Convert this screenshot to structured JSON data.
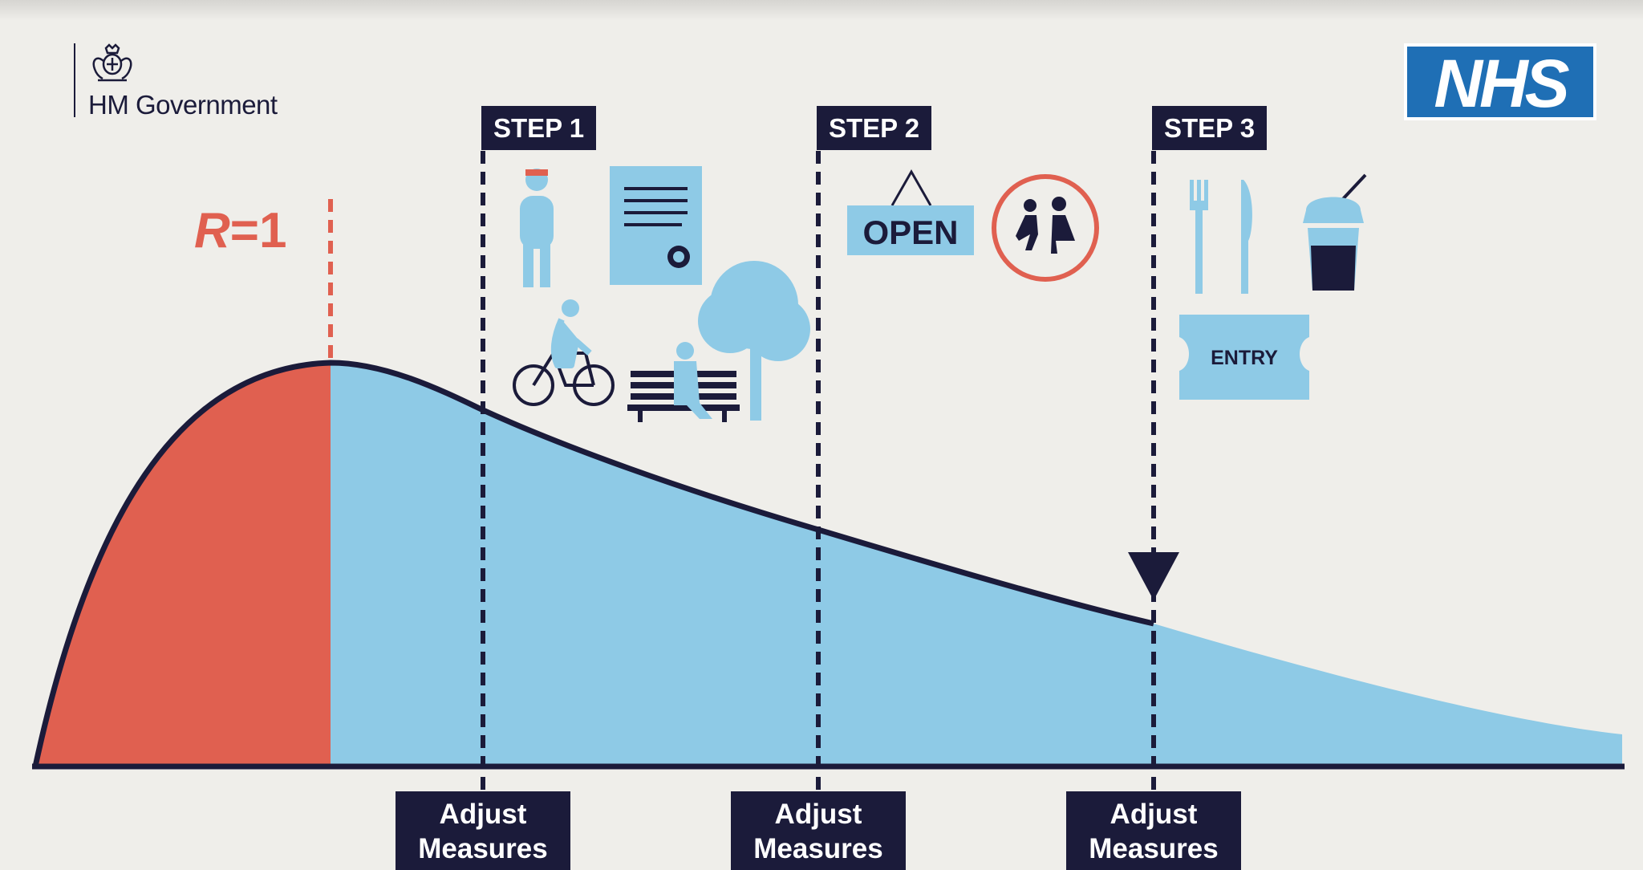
{
  "branding": {
    "government_name": "HM Government",
    "nhs_logo_text": "NHS"
  },
  "r_marker": {
    "symbol": "R",
    "operator": "=",
    "value": "1"
  },
  "steps": [
    {
      "label": "STEP 1",
      "icons": [
        "person-with-mask-icon",
        "certificate-icon",
        "cycling-icon",
        "park-bench-tree-icon"
      ]
    },
    {
      "label": "STEP 2",
      "icons": [
        "open-sign-icon",
        "school-children-icon"
      ],
      "open_sign_text": "OPEN"
    },
    {
      "label": "STEP 3",
      "icons": [
        "fork-knife-icon",
        "takeaway-drink-icon",
        "entry-ticket-icon"
      ],
      "ticket_text": "ENTRY"
    }
  ],
  "adjust_labels": [
    {
      "line1": "Adjust",
      "line2": "Measures"
    },
    {
      "line1": "Adjust",
      "line2": "Measures"
    },
    {
      "line1": "Adjust",
      "line2": "Measures"
    }
  ],
  "colors": {
    "background": "#efeeea",
    "navy": "#1b1b3a",
    "red_phase": "#e06050",
    "blue_phase": "#8ecae6",
    "nhs_blue": "#1f6fb5"
  }
}
